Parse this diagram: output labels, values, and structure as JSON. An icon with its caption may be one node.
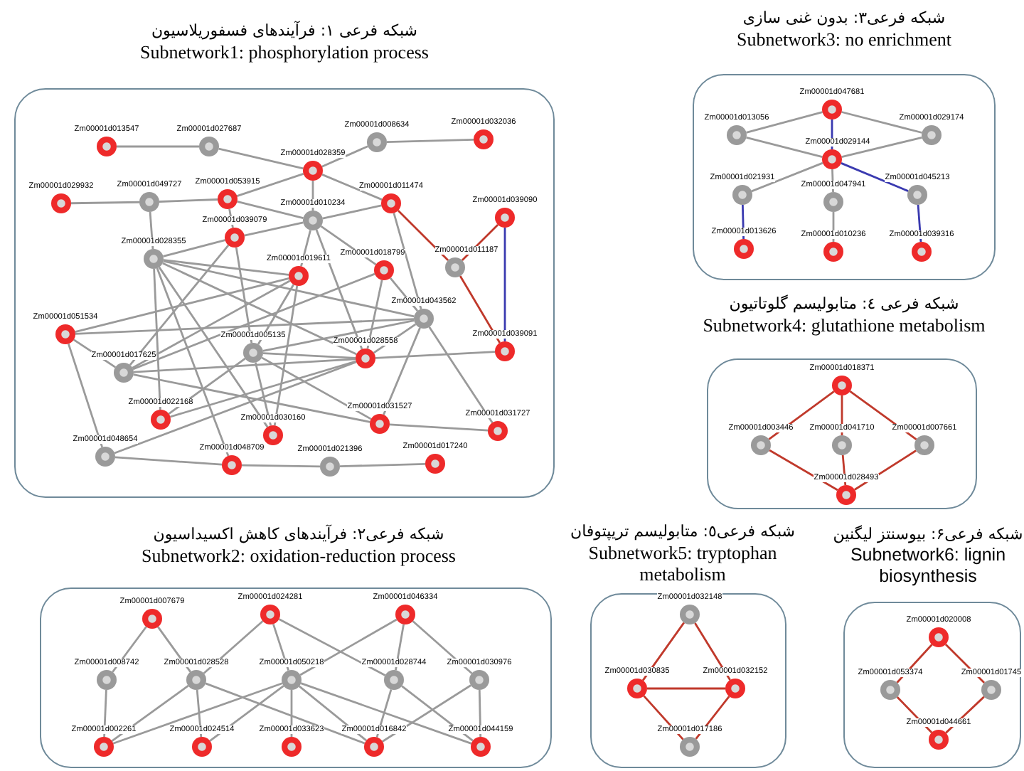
{
  "diagram": {
    "nodes": [
      {
        "text": [
          "شبکه فرعی ۱: فرآیندهای فسفوریلاسیون",
          "Subnetwork1: phosphorylation process"
        ]
      },
      {
        "text": [
          "Zm00001d013547"
        ],
        "in": 0
      },
      {
        "text": [
          "Zm00001d027687"
        ],
        "in": 0
      },
      {
        "text": [
          "Zm00001d008634"
        ],
        "in": 0
      },
      {
        "text": [
          "Zm00001d032036"
        ],
        "in": 0
      },
      {
        "text": [
          "Zm00001d028359"
        ],
        "in": 0
      },
      {
        "text": [
          "Zm00001d029932"
        ],
        "in": 0
      },
      {
        "text": [
          "Zm00001d049727"
        ],
        "in": 0
      },
      {
        "text": [
          "Zm00001d053915"
        ],
        "in": 0
      },
      {
        "text": [
          "Zm00001d010234"
        ],
        "in": 0
      },
      {
        "text": [
          "Zm00001d011474"
        ],
        "in": 0
      },
      {
        "text": [
          "Zm00001d039090"
        ],
        "in": 0
      },
      {
        "text": [
          "Zm00001d039079"
        ],
        "in": 0
      },
      {
        "text": [
          "Zm00001d028355"
        ],
        "in": 0
      },
      {
        "text": [
          "Zm00001d019611"
        ],
        "in": 0
      },
      {
        "text": [
          "Zm00001d018799"
        ],
        "in": 0
      },
      {
        "text": [
          "Zm00001d011187"
        ],
        "in": 0
      },
      {
        "text": [
          "Zm00001d043562"
        ],
        "in": 0
      },
      {
        "text": [
          "Zm00001d051534"
        ],
        "in": 0
      },
      {
        "text": [
          "Zm00001d005135"
        ],
        "in": 0
      },
      {
        "text": [
          "Zm00001d039091"
        ],
        "in": 0
      },
      {
        "text": [
          "Zm00001d028558"
        ],
        "in": 0
      },
      {
        "text": [
          "Zm00001d017625"
        ],
        "in": 0
      },
      {
        "text": [
          "Zm00001d022168"
        ],
        "in": 0
      },
      {
        "text": [
          "Zm00001d031527"
        ],
        "in": 0
      },
      {
        "text": [
          "Zm00001d030160"
        ],
        "in": 0
      },
      {
        "text": [
          "Zm00001d031727"
        ],
        "in": 0
      },
      {
        "text": [
          "Zm00001d048654"
        ],
        "in": 0
      },
      {
        "text": [
          "Zm00001d048709"
        ],
        "in": 0
      },
      {
        "text": [
          "Zm00001d021396"
        ],
        "in": 0
      },
      {
        "text": [
          "Zm00001d017240"
        ],
        "in": 0
      },
      {
        "text": [
          "شبکه فرعی۳: بدون غنی سازی",
          "Subnetwork3: no enrichment"
        ]
      },
      {
        "text": [
          "Zm00001d047681"
        ],
        "in": 31
      },
      {
        "text": [
          "Zm00001d013056"
        ],
        "in": 31
      },
      {
        "text": [
          "Zm00001d029174"
        ],
        "in": 31
      },
      {
        "text": [
          "Zm00001d029144"
        ],
        "in": 31
      },
      {
        "text": [
          "Zm00001d021931"
        ],
        "in": 31
      },
      {
        "text": [
          "Zm00001d047941"
        ],
        "in": 31
      },
      {
        "text": [
          "Zm00001d045213"
        ],
        "in": 31
      },
      {
        "text": [
          "Zm00001d013626"
        ],
        "in": 31
      },
      {
        "text": [
          "Zm00001d010236"
        ],
        "in": 31
      },
      {
        "text": [
          "Zm00001d039316"
        ],
        "in": 31
      },
      {
        "text": [
          "شبکه فرعی ٤: متابولیسم گلوتاتیون",
          "Subnetwork4: glutathione metabolism"
        ]
      },
      {
        "text": [
          "Zm00001d018371"
        ],
        "in": 42
      },
      {
        "text": [
          "Zm00001d003446"
        ],
        "in": 42
      },
      {
        "text": [
          "Zm00001d041710"
        ],
        "in": 42
      },
      {
        "text": [
          "Zm00001d007661"
        ],
        "in": 42
      },
      {
        "text": [
          "Zm00001d028493"
        ],
        "in": 42
      },
      {
        "text": [
          "شبکه فرعی۲: فرآیندهای کاهش اکسیداسیون",
          "Subnetwork2: oxidation-reduction process"
        ]
      },
      {
        "text": [
          "Zm00001d007679"
        ],
        "in": 48
      },
      {
        "text": [
          "Zm00001d024281"
        ],
        "in": 48
      },
      {
        "text": [
          "Zm00001d046334"
        ],
        "in": 48
      },
      {
        "text": [
          "Zm00001d008742"
        ],
        "in": 48
      },
      {
        "text": [
          "Zm00001d028528"
        ],
        "in": 48
      },
      {
        "text": [
          "Zm00001d050218"
        ],
        "in": 48
      },
      {
        "text": [
          "Zm00001d028744"
        ],
        "in": 48
      },
      {
        "text": [
          "Zm00001d030976"
        ],
        "in": 48
      },
      {
        "text": [
          "Zm00001d002261"
        ],
        "in": 48
      },
      {
        "text": [
          "Zm00001d024514"
        ],
        "in": 48
      },
      {
        "text": [
          "Zm00001d033623"
        ],
        "in": 48
      },
      {
        "text": [
          "Zm00001d016842"
        ],
        "in": 48
      },
      {
        "text": [
          "Zm00001d044159"
        ],
        "in": 48
      },
      {
        "text": [
          "شبکه فرعی٥: متابولیسم تریپتوفان",
          "Subnetwork5: tryptophan metabolism"
        ]
      },
      {
        "text": [
          "Zm00001d032148"
        ],
        "in": 62
      },
      {
        "text": [
          "Zm00001d030835"
        ],
        "in": 62
      },
      {
        "text": [
          "Zm00001d032152"
        ],
        "in": 62
      },
      {
        "text": [
          "Zm00001d017186"
        ],
        "in": 62
      },
      {
        "text": [
          "شبکه فرعی۶: بیوسنتز لیگنین",
          "Subnetwork6: lignin biosynthesis"
        ]
      },
      {
        "text": [
          "Zm00001d020008"
        ],
        "in": 67
      },
      {
        "text": [
          "Zm00001d053374"
        ],
        "in": 67
      },
      {
        "text": [
          "Zm00001d01745"
        ],
        "in": 67
      },
      {
        "text": [
          "Zm00001d044661"
        ],
        "in": 67
      }
    ],
    "edges": [
      {
        "from": 1,
        "to": 2,
        "arrow": "none"
      },
      {
        "from": 2,
        "to": 5,
        "arrow": "none"
      },
      {
        "from": 3,
        "to": 5,
        "arrow": "none"
      },
      {
        "from": 3,
        "to": 4,
        "arrow": "none"
      },
      {
        "from": 5,
        "to": 9,
        "arrow": "none"
      },
      {
        "from": 6,
        "to": 7,
        "arrow": "none"
      },
      {
        "from": 7,
        "to": 8,
        "arrow": "none"
      },
      {
        "from": 8,
        "to": 9,
        "arrow": "none"
      },
      {
        "from": 7,
        "to": 13,
        "arrow": "none"
      },
      {
        "from": 9,
        "to": 10,
        "arrow": "none"
      },
      {
        "from": 10,
        "to": 16,
        "arrow": "none",
        "color": "#c0392b"
      },
      {
        "from": 11,
        "to": 16,
        "arrow": "none",
        "color": "#c0392b"
      },
      {
        "from": 16,
        "to": 20,
        "arrow": "none",
        "color": "#c0392b"
      },
      {
        "from": 11,
        "to": 20,
        "arrow": "none",
        "color": "#3a3ab0"
      },
      {
        "from": 10,
        "to": 17,
        "arrow": "none"
      },
      {
        "from": 13,
        "to": 12,
        "arrow": "none"
      },
      {
        "from": 13,
        "to": 14,
        "arrow": "none"
      },
      {
        "from": 8,
        "to": 12,
        "arrow": "none"
      },
      {
        "from": 13,
        "to": 17,
        "arrow": "none"
      },
      {
        "from": 13,
        "to": 21,
        "arrow": "none"
      },
      {
        "from": 13,
        "to": 28,
        "arrow": "none"
      },
      {
        "from": 13,
        "to": 25,
        "arrow": "none"
      },
      {
        "from": 13,
        "to": 23,
        "arrow": "none"
      },
      {
        "from": 12,
        "to": 9,
        "arrow": "none"
      },
      {
        "from": 12,
        "to": 22,
        "arrow": "none"
      },
      {
        "from": 12,
        "to": 19,
        "arrow": "none"
      },
      {
        "from": 14,
        "to": 9,
        "arrow": "none"
      },
      {
        "from": 14,
        "to": 22,
        "arrow": "none"
      },
      {
        "from": 14,
        "to": 25,
        "arrow": "none"
      },
      {
        "from": 15,
        "to": 9,
        "arrow": "none"
      },
      {
        "from": 15,
        "to": 17,
        "arrow": "none"
      },
      {
        "from": 15,
        "to": 22,
        "arrow": "none"
      },
      {
        "from": 15,
        "to": 21,
        "arrow": "none"
      },
      {
        "from": 5,
        "to": 8,
        "arrow": "none"
      },
      {
        "from": 5,
        "to": 10,
        "arrow": "none"
      },
      {
        "from": 9,
        "to": 21,
        "arrow": "none"
      },
      {
        "from": 14,
        "to": 19,
        "arrow": "none"
      },
      {
        "from": 17,
        "to": 18,
        "arrow": "none"
      },
      {
        "from": 17,
        "to": 19,
        "arrow": "none"
      },
      {
        "from": 17,
        "to": 21,
        "arrow": "none"
      },
      {
        "from": 17,
        "to": 24,
        "arrow": "none"
      },
      {
        "from": 17,
        "to": 26,
        "arrow": "none"
      },
      {
        "from": 21,
        "to": 23,
        "arrow": "none"
      },
      {
        "from": 18,
        "to": 22,
        "arrow": "none"
      },
      {
        "from": 18,
        "to": 27,
        "arrow": "none"
      },
      {
        "from": 18,
        "to": 14,
        "arrow": "none"
      },
      {
        "from": 19,
        "to": 24,
        "arrow": "none"
      },
      {
        "from": 19,
        "to": 25,
        "arrow": "none"
      },
      {
        "from": 19,
        "to": 21,
        "arrow": "none"
      },
      {
        "from": 22,
        "to": 21,
        "arrow": "none"
      },
      {
        "from": 21,
        "to": 20,
        "arrow": "none"
      },
      {
        "from": 22,
        "to": 24,
        "arrow": "none"
      },
      {
        "from": 24,
        "to": 26,
        "arrow": "none"
      },
      {
        "from": 27,
        "to": 28,
        "arrow": "none"
      },
      {
        "from": 28,
        "to": 29,
        "arrow": "none"
      },
      {
        "from": 29,
        "to": 30,
        "arrow": "none"
      },
      {
        "from": 27,
        "to": 21,
        "arrow": "none"
      },
      {
        "from": 23,
        "to": 19,
        "arrow": "none"
      },
      {
        "from": 32,
        "to": 33,
        "arrow": "none"
      },
      {
        "from": 32,
        "to": 34,
        "arrow": "none"
      },
      {
        "from": 32,
        "to": 35,
        "arrow": "none",
        "color": "#3a3ab0"
      },
      {
        "from": 33,
        "to": 35,
        "arrow": "none"
      },
      {
        "from": 34,
        "to": 35,
        "arrow": "none"
      },
      {
        "from": 35,
        "to": 36,
        "arrow": "none"
      },
      {
        "from": 35,
        "to": 37,
        "arrow": "none"
      },
      {
        "from": 35,
        "to": 38,
        "arrow": "none",
        "color": "#3a3ab0"
      },
      {
        "from": 36,
        "to": 39,
        "arrow": "none",
        "color": "#3a3ab0"
      },
      {
        "from": 37,
        "to": 40,
        "arrow": "none"
      },
      {
        "from": 38,
        "to": 41,
        "arrow": "none",
        "color": "#3a3ab0"
      },
      {
        "from": 43,
        "to": 44,
        "arrow": "none",
        "color": "#c0392b"
      },
      {
        "from": 43,
        "to": 45,
        "arrow": "none",
        "color": "#c0392b"
      },
      {
        "from": 43,
        "to": 46,
        "arrow": "none",
        "color": "#c0392b"
      },
      {
        "from": 44,
        "to": 47,
        "arrow": "none",
        "color": "#c0392b"
      },
      {
        "from": 45,
        "to": 47,
        "arrow": "none",
        "color": "#c0392b"
      },
      {
        "from": 46,
        "to": 47,
        "arrow": "none",
        "color": "#c0392b"
      },
      {
        "from": 49,
        "to": 52,
        "arrow": "none"
      },
      {
        "from": 49,
        "to": 53,
        "arrow": "none"
      },
      {
        "from": 50,
        "to": 53,
        "arrow": "none"
      },
      {
        "from": 50,
        "to": 54,
        "arrow": "none"
      },
      {
        "from": 50,
        "to": 55,
        "arrow": "none"
      },
      {
        "from": 51,
        "to": 54,
        "arrow": "none"
      },
      {
        "from": 51,
        "to": 55,
        "arrow": "none"
      },
      {
        "from": 51,
        "to": 56,
        "arrow": "none"
      },
      {
        "from": 52,
        "to": 57,
        "arrow": "none"
      },
      {
        "from": 53,
        "to": 57,
        "arrow": "none"
      },
      {
        "from": 53,
        "to": 58,
        "arrow": "none"
      },
      {
        "from": 53,
        "to": 60,
        "arrow": "none"
      },
      {
        "from": 54,
        "to": 57,
        "arrow": "none"
      },
      {
        "from": 54,
        "to": 58,
        "arrow": "none"
      },
      {
        "from": 54,
        "to": 59,
        "arrow": "none"
      },
      {
        "from": 54,
        "to": 60,
        "arrow": "none"
      },
      {
        "from": 54,
        "to": 61,
        "arrow": "none"
      },
      {
        "from": 55,
        "to": 60,
        "arrow": "none"
      },
      {
        "from": 55,
        "to": 61,
        "arrow": "none"
      },
      {
        "from": 56,
        "to": 60,
        "arrow": "none"
      },
      {
        "from": 56,
        "to": 61,
        "arrow": "none"
      },
      {
        "from": 63,
        "to": 64,
        "arrow": "none",
        "color": "#c0392b"
      },
      {
        "from": 63,
        "to": 65,
        "arrow": "none",
        "color": "#c0392b"
      },
      {
        "from": 64,
        "to": 65,
        "arrow": "none",
        "color": "#c0392b"
      },
      {
        "from": 64,
        "to": 66,
        "arrow": "none",
        "color": "#c0392b"
      },
      {
        "from": 65,
        "to": 66,
        "arrow": "none",
        "color": "#c0392b"
      },
      {
        "from": 68,
        "to": 69,
        "arrow": "none",
        "color": "#c0392b"
      },
      {
        "from": 68,
        "to": 70,
        "arrow": "none",
        "color": "#c0392b"
      },
      {
        "from": 69,
        "to": 71,
        "arrow": "none",
        "color": "#c0392b"
      },
      {
        "from": 70,
        "to": 71,
        "arrow": "none",
        "color": "#c0392b"
      }
    ]
  }
}
